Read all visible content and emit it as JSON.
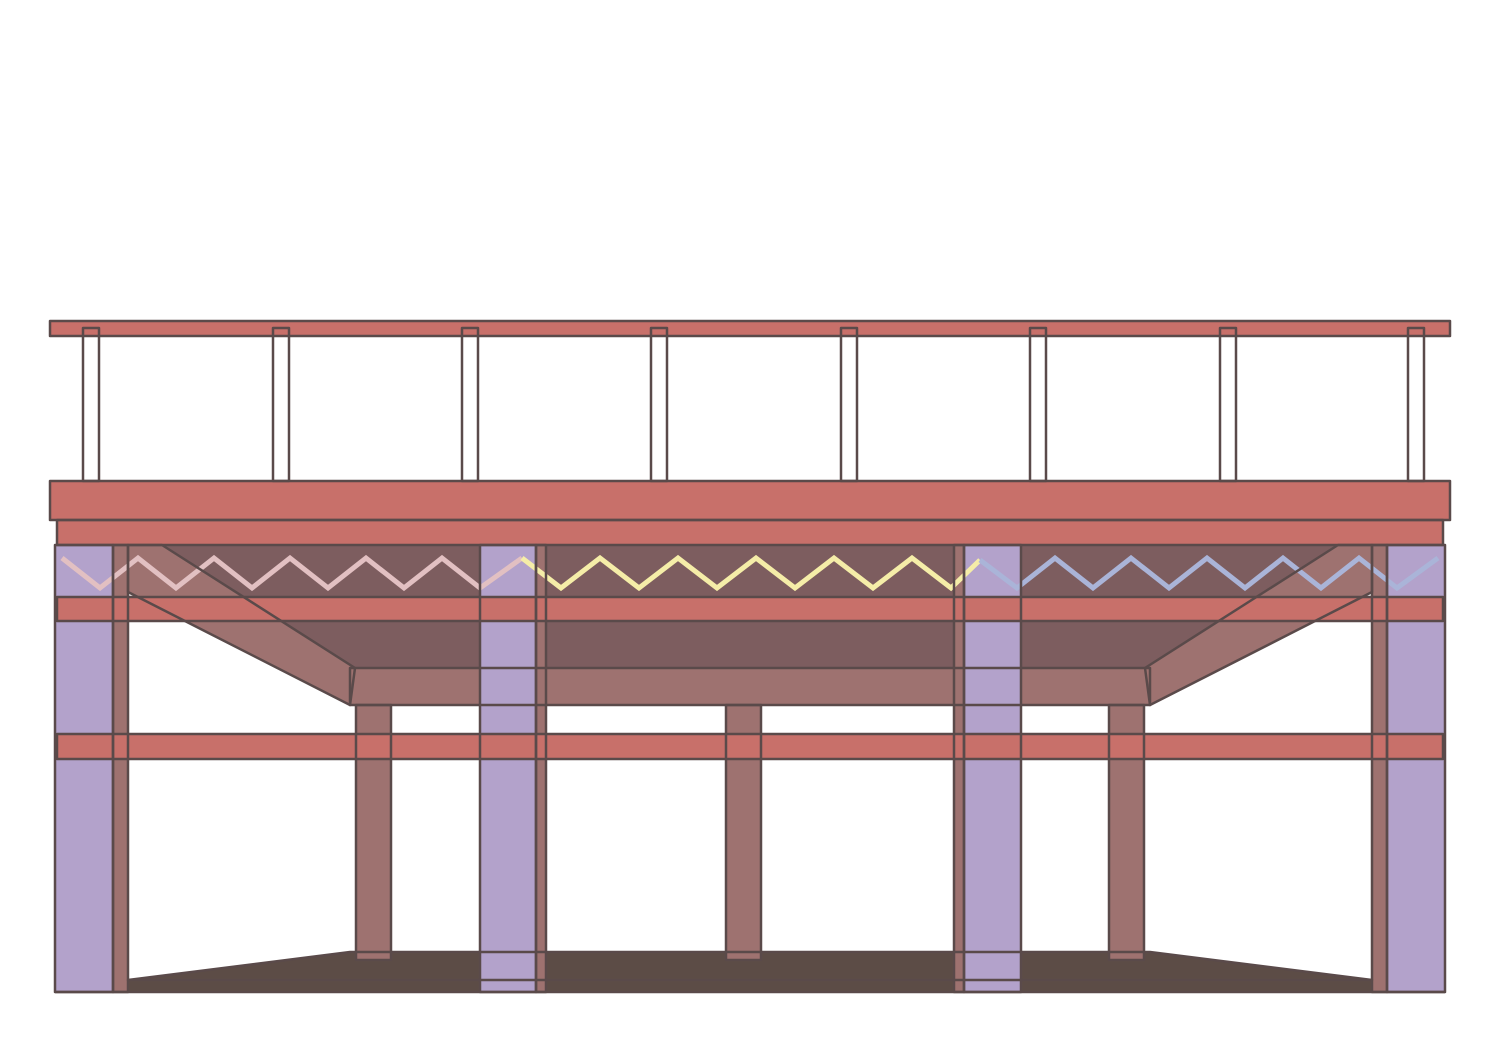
{
  "colors": {
    "background": "#ffffff",
    "outline": "#5a4a4a",
    "beam_red": "#c8706a",
    "post_white": "#ffffff",
    "inner_dark": "#7d5d5f",
    "frame_brown": "#9e7270",
    "column_lavender": "#b3a2cb",
    "ground_dark": "#5c4c46",
    "spring_pink": "#e2c0c2",
    "spring_yellow": "#f5eda8",
    "spring_blue": "#aab4d8"
  },
  "structure": {
    "railing_post_count": 8,
    "support_column_count": 4,
    "interior_post_count": 3,
    "horizontal_beam_count": 3,
    "spring_segment_count": 3
  }
}
